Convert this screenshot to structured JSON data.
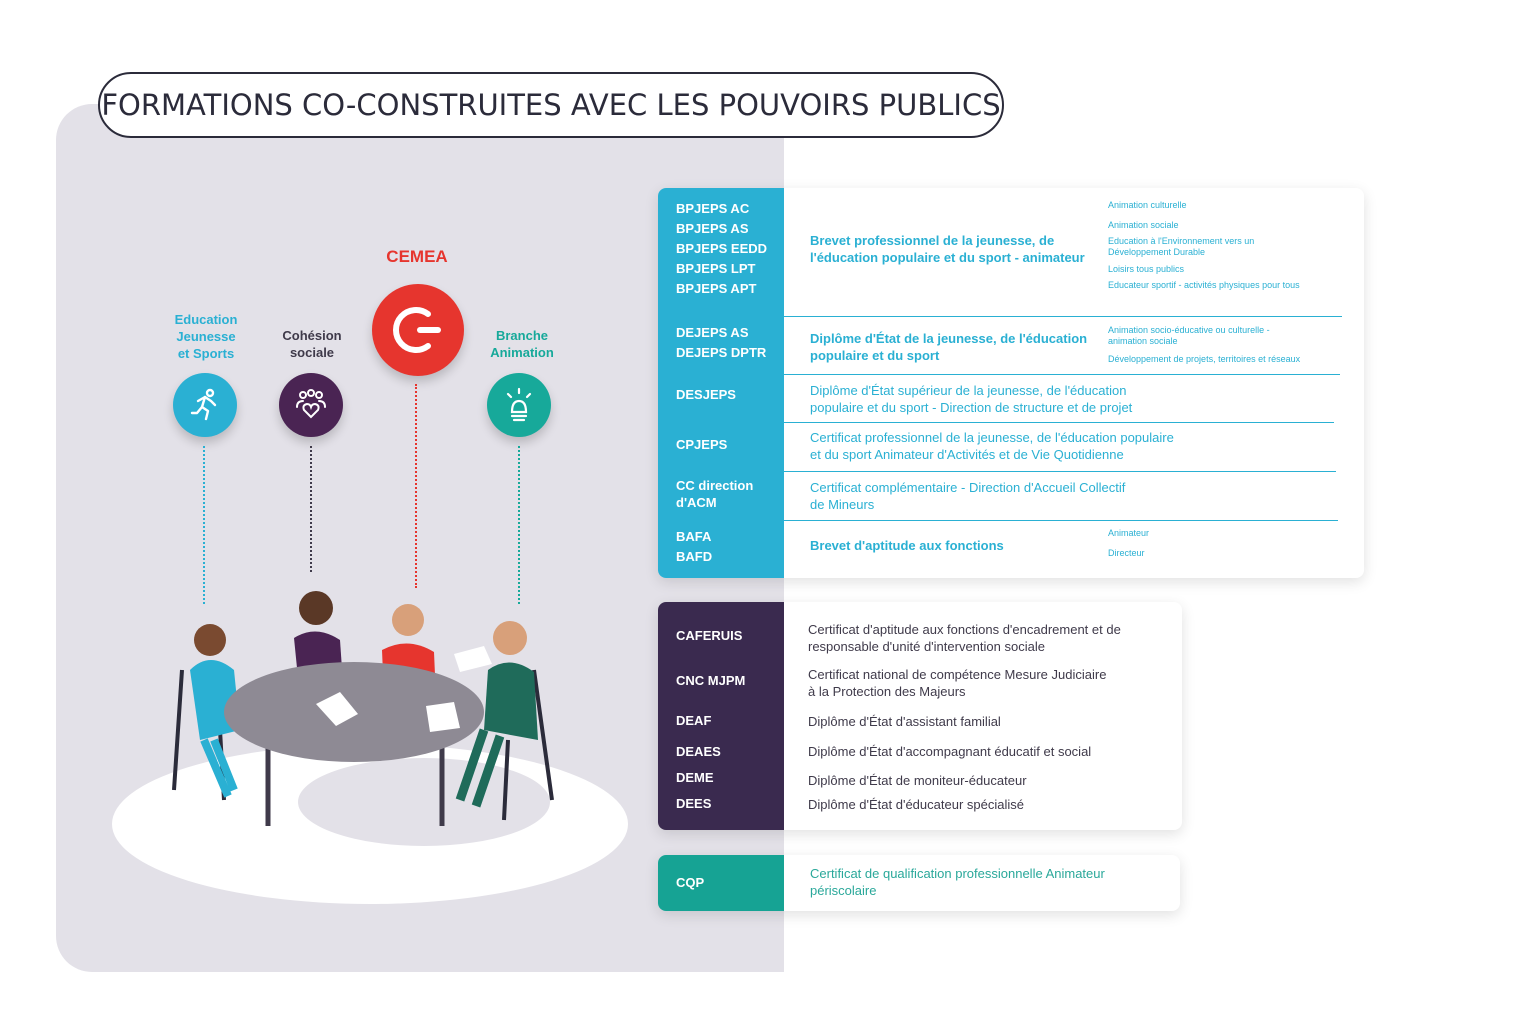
{
  "title": "FORMATIONS CO-CONSTRUITES AVEC LES POUVOIRS PUBLICS",
  "actors": {
    "cemea": "CEMEA",
    "education_line1": "Education",
    "education_line2": "Jeunesse",
    "education_line3": "et Sports",
    "cohesion_line1": "Cohésion",
    "cohesion_line2": "sociale",
    "branche_line1": "Branche",
    "branche_line2": "Animation"
  },
  "colors": {
    "blue": "#2ab0d3",
    "purple": "#3a2a4f",
    "teal": "#16a394",
    "red": "#e6352e",
    "purple_icon": "#4a2453",
    "teal_icon": "#17a99a"
  },
  "icons": {
    "education": "running-person-icon",
    "cohesion": "group-heart-icon",
    "cemea": "cemea-logo-icon",
    "branche": "lightbulb-icon"
  },
  "blue_card": {
    "bpjeps": {
      "codes": [
        "BPJEPS AC",
        "BPJEPS AS",
        "BPJEPS EEDD",
        "BPJEPS LPT",
        "BPJEPS APT"
      ],
      "desc_line1": "Brevet professionnel de la jeunesse, de",
      "desc_line2": "l'éducation populaire et du sport -  animateur",
      "subs": [
        "Animation culturelle",
        "Animation sociale",
        "Education à l'Environnement vers un",
        "Développement Durable",
        "Loisirs tous publics",
        "Educateur sportif - activités physiques pour tous"
      ]
    },
    "dejeps": {
      "codes": [
        "DEJEPS AS",
        "DEJEPS DPTR"
      ],
      "desc_line1": "Diplôme d'État de la jeunesse, de l'éducation",
      "desc_line2": "populaire et du sport",
      "subs": [
        "Animation socio-éducative ou culturelle -",
        "animation sociale",
        "Développement de projets, territoires et réseaux"
      ]
    },
    "desjeps": {
      "code": "DESJEPS",
      "desc_line1": "Diplôme d'État supérieur de la jeunesse, de l'éducation",
      "desc_line2": "populaire et du sport  - Direction de structure et de projet"
    },
    "cpjeps": {
      "code": "CPJEPS",
      "desc_line1": "Certificat professionnel de la jeunesse, de l'éducation populaire",
      "desc_line2": "et du sport Animateur d'Activités et de Vie Quotidienne"
    },
    "cc": {
      "code_line1": "CC direction",
      "code_line2": "d'ACM",
      "desc_line1": "Certificat complémentaire - Direction d'Accueil Collectif",
      "desc_line2": "de Mineurs"
    },
    "bafa": {
      "codes": [
        "BAFA",
        "BAFD"
      ],
      "desc": "Brevet d'aptitude aux fonctions",
      "subs": [
        "Animateur",
        "Directeur"
      ]
    }
  },
  "purple_card": {
    "caferuis": {
      "code": "CAFERUIS",
      "desc_line1": "Certificat d'aptitude aux fonctions d'encadrement et de",
      "desc_line2": "responsable d'unité d'intervention sociale"
    },
    "cnc": {
      "code": "CNC MJPM",
      "desc_line1": "Certificat national de compétence Mesure Judiciaire",
      "desc_line2": "à la Protection des Majeurs"
    },
    "deaf": {
      "code": "DEAF",
      "desc": "Diplôme d'État d'assistant familial"
    },
    "deaes": {
      "code": "DEAES",
      "desc": "Diplôme d'État d'accompagnant éducatif et social"
    },
    "deme": {
      "code": "DEME",
      "desc": "Diplôme d'État de moniteur-éducateur"
    },
    "dees": {
      "code": "DEES",
      "desc": "Diplôme d'État d'éducateur spécialisé"
    }
  },
  "teal_card": {
    "code": "CQP",
    "desc_line1": "Certificat de qualification professionnelle Animateur",
    "desc_line2": "périscolaire"
  }
}
